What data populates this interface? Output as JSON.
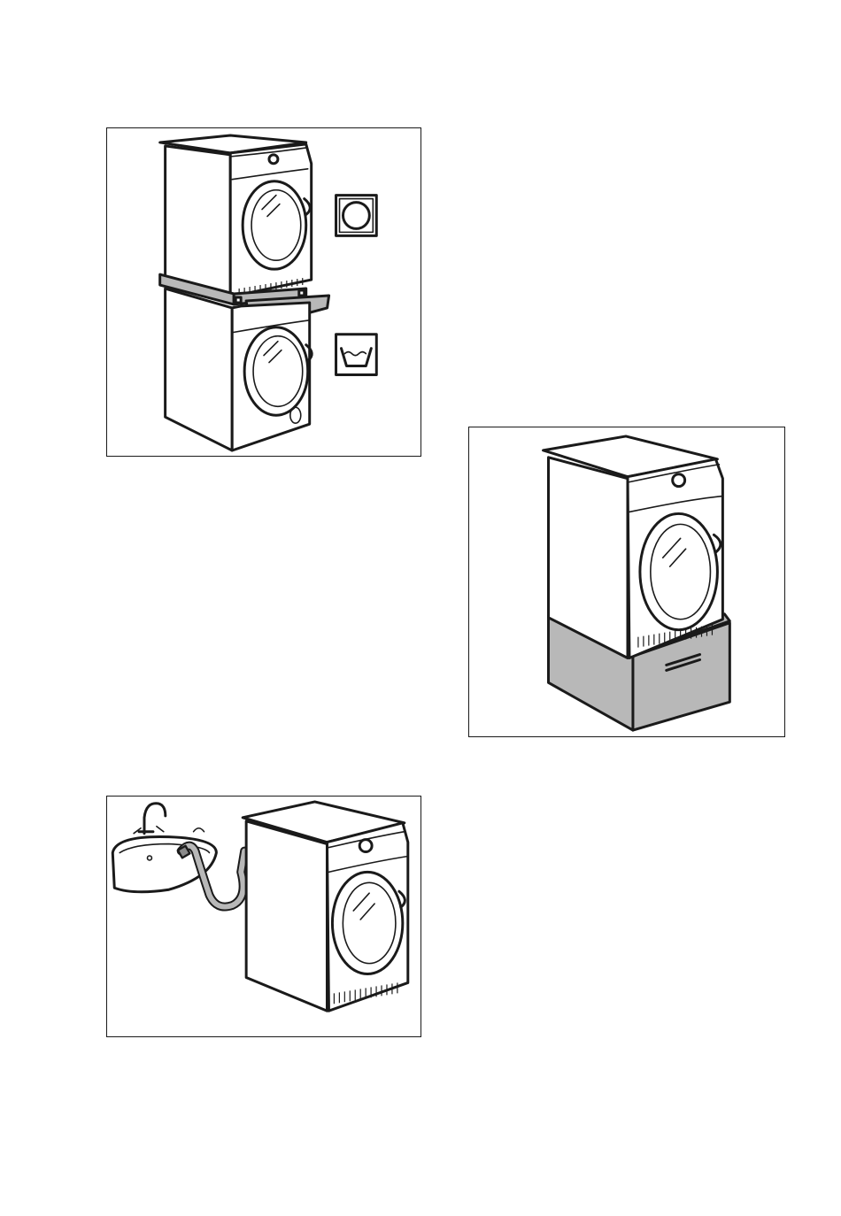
{
  "figures": [
    {
      "id": "stacked-dryer-washer",
      "icons": [
        "dryer-care-symbol-icon",
        "washing-care-symbol-icon"
      ]
    },
    {
      "id": "dryer-on-pedestal",
      "icons": []
    },
    {
      "id": "dryer-drain-hose-to-sink",
      "icons": []
    }
  ],
  "colors": {
    "line": "#1a1a1a",
    "accessory_fill": "#b8b8b8",
    "background": "#ffffff"
  }
}
